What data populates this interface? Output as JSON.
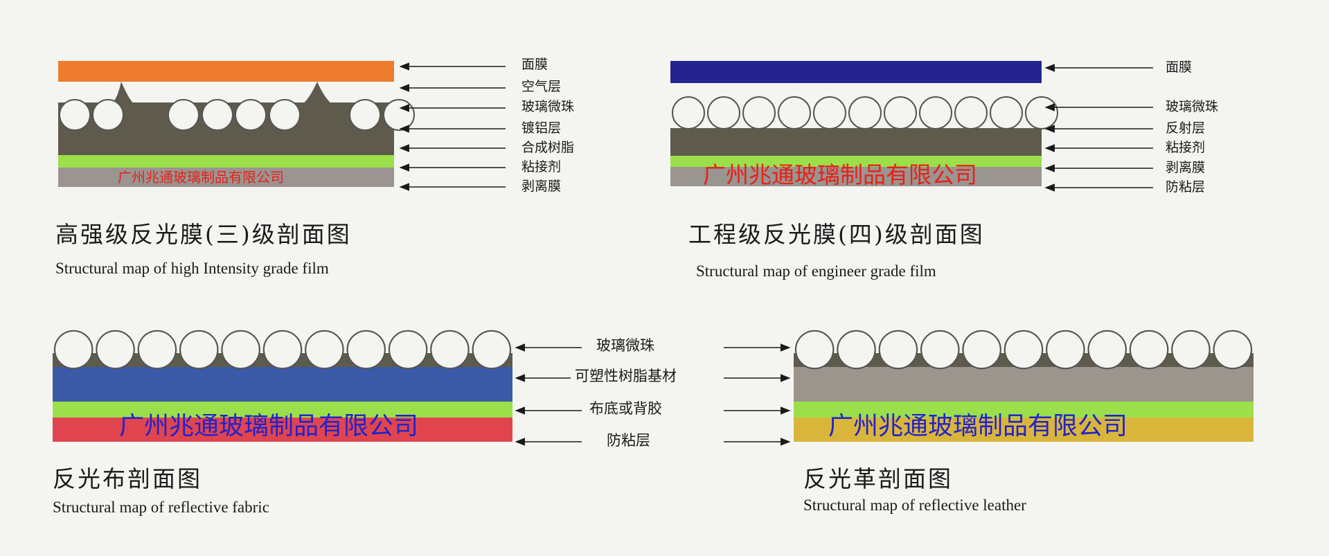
{
  "panels": {
    "high_intensity": {
      "cn_title": "高强级反光膜(三)级剖面图",
      "en_title": "Structural map of high Intensity grade film",
      "company": "广州兆通玻璃制品有限公司",
      "layers": [
        "面膜",
        "空气层",
        "玻璃微珠",
        "镀铝层",
        "合成树脂",
        "粘接剂",
        "剥离膜"
      ],
      "colors": {
        "face": "#ee7a2e",
        "resin": "#5e5b4c",
        "adhesive": "#9be04a",
        "release": "#9a9590",
        "company": "#e8201a"
      }
    },
    "engineer": {
      "cn_title": "工程级反光膜(四)级剖面图",
      "en_title": "Structural map of engineer grade film",
      "company": "广州兆通玻璃制品有限公司",
      "layers": [
        "面膜",
        "玻璃微珠",
        "反射层",
        "粘接剂",
        "剥离膜",
        "防粘层"
      ],
      "colors": {
        "face": "#25248f",
        "resin": "#5e5b4c",
        "adhesive": "#9be04a",
        "release": "#9a9590",
        "company": "#e8201a"
      }
    },
    "fabric": {
      "cn_title": "反光布剖面图",
      "en_title": "Structural map of reflective fabric",
      "company": "广州兆通玻璃制品有限公司",
      "colors": {
        "base": "#3a5aa8",
        "adhesive": "#9be04a",
        "release": "#e0454f",
        "company": "#2222cc"
      }
    },
    "leather": {
      "cn_title": "反光革剖面图",
      "en_title": "Structural map of reflective leather",
      "company": "广州兆通玻璃制品有限公司",
      "colors": {
        "base": "#9b958e",
        "adhesive": "#9be04a",
        "release": "#d9b63a",
        "company": "#2222cc"
      }
    }
  },
  "shared_labels": [
    "玻璃微珠",
    "可塑性树脂基材",
    "布底或背胶",
    "防粘层"
  ]
}
